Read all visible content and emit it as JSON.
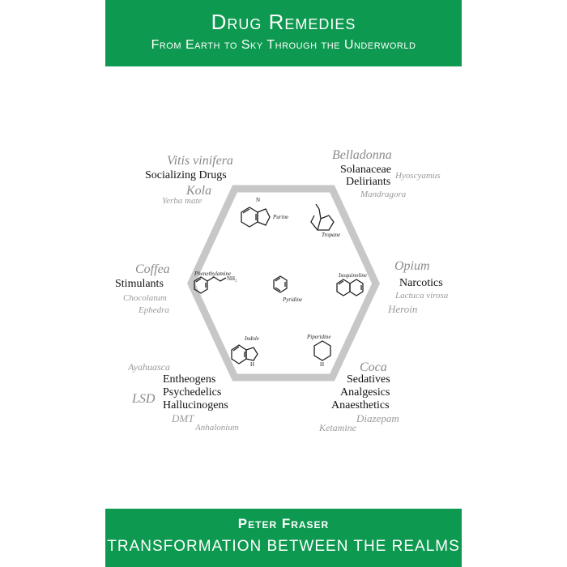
{
  "header": {
    "title": "Drug Remedies",
    "subtitle": "From Earth to Sky Through the Underworld"
  },
  "footer": {
    "author": "Peter Fraser",
    "series": "TRANSFORMATION BETWEEN THE REALMS"
  },
  "colors": {
    "band": "#0e9950",
    "hexagon": "#c7c7c7",
    "label_gray": "#8a8a8a",
    "label_black": "#111111"
  },
  "groups": {
    "top_left": {
      "plant": "Vitis vinifera",
      "category": "Socializing Drugs",
      "plant2": "Kola",
      "minor": "Yerba mate"
    },
    "top_right": {
      "plant": "Belladonna",
      "family": "Solanaceae",
      "category": "Deliriants",
      "minor1": "Hyoscyamus",
      "minor2": "Mandragora"
    },
    "left": {
      "plant": "Coffea",
      "category": "Stimulants",
      "minor1": "Chocolatum",
      "minor2": "Ephedra"
    },
    "right": {
      "plant": "Opium",
      "category": "Narcotics",
      "minor1": "Lactuca virosa",
      "minor2": "Heroin"
    },
    "bottom_left": {
      "minor1": "Ayahuasca",
      "plant": "LSD",
      "cat1": "Entheogens",
      "cat2": "Psychedelics",
      "cat3": "Hallucinogens",
      "minor2": "DMT",
      "minor3": "Anhalonium"
    },
    "bottom_right": {
      "plant": "Coca",
      "cat1": "Sedatives",
      "cat2": "Analgesics",
      "cat3": "Anaesthetics",
      "minor1": "Diazepam",
      "minor2": "Ketamine"
    }
  },
  "molecules": {
    "purine": "Purine",
    "tropane": "Tropane",
    "phenethylamine": "Phenethylamine",
    "nh2": "NH₂",
    "pyridine": "Pyridine",
    "isoquinoline": "Isoquinoline",
    "indole": "Indole",
    "piperidine": "Piperidine",
    "n": "N",
    "h": "H"
  }
}
